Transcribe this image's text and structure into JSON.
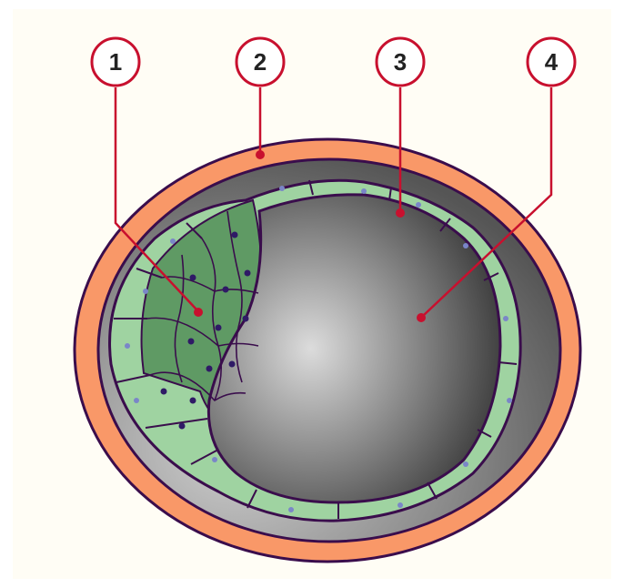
{
  "callouts": [
    {
      "label": "1",
      "target": "inner-cell-mass"
    },
    {
      "label": "2",
      "target": "zona-pellucida"
    },
    {
      "label": "3",
      "target": "trophoblast"
    },
    {
      "label": "4",
      "target": "blastocoel"
    }
  ],
  "colors": {
    "background": "#fffdf5",
    "zona": "#f99868",
    "outline": "#3a0d4c",
    "cell_light": "#9fd3a1",
    "cell_dark": "#5f9a64",
    "nucleus": "#2f1a66",
    "cavity_light": "#d8d8d8",
    "cavity_dark": "#2e2e2e",
    "leader": "#c8102e"
  }
}
